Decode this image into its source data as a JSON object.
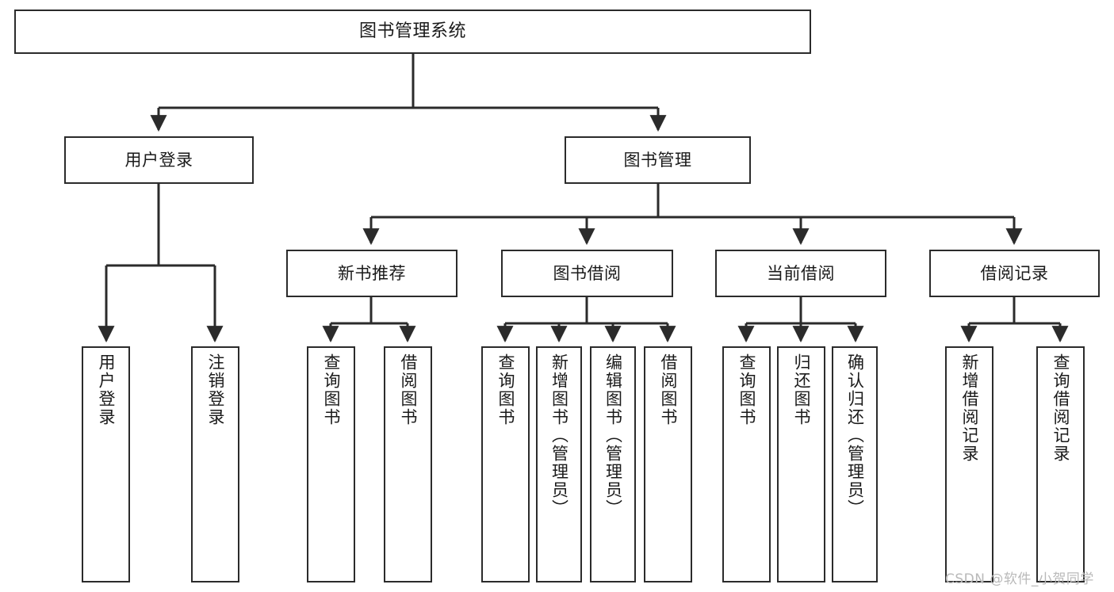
{
  "diagram": {
    "title": "图书管理系统",
    "type": "tree-hierarchy",
    "root": {
      "id": "root",
      "label": "图书管理系统"
    },
    "level1": [
      {
        "id": "user-login",
        "label": "用户登录"
      },
      {
        "id": "book-management",
        "label": "图书管理"
      }
    ],
    "level2": [
      {
        "id": "new-book-recommend",
        "label": "新书推荐",
        "parent": "book-management"
      },
      {
        "id": "book-borrow",
        "label": "图书借阅",
        "parent": "book-management"
      },
      {
        "id": "current-borrow",
        "label": "当前借阅",
        "parent": "book-management"
      },
      {
        "id": "borrow-record",
        "label": "借阅记录",
        "parent": "book-management"
      }
    ],
    "leaves": [
      {
        "id": "leaf-user-login",
        "label": "用户登录",
        "parent": "user-login"
      },
      {
        "id": "leaf-logout-login",
        "label": "注销登录",
        "parent": "user-login"
      },
      {
        "id": "leaf-query-book-1",
        "label": "查询图书",
        "parent": "new-book-recommend"
      },
      {
        "id": "leaf-borrow-book-1",
        "label": "借阅图书",
        "parent": "new-book-recommend"
      },
      {
        "id": "leaf-query-book-2",
        "label": "查询图书",
        "parent": "book-borrow"
      },
      {
        "id": "leaf-add-book",
        "label": "新增图书（管理员）",
        "parent": "book-borrow"
      },
      {
        "id": "leaf-edit-book",
        "label": "编辑图书（管理员）",
        "parent": "book-borrow"
      },
      {
        "id": "leaf-borrow-book-2",
        "label": "借阅图书",
        "parent": "book-borrow"
      },
      {
        "id": "leaf-query-book-3",
        "label": "查询图书",
        "parent": "current-borrow"
      },
      {
        "id": "leaf-return-book",
        "label": "归还图书",
        "parent": "current-borrow"
      },
      {
        "id": "leaf-confirm-return",
        "label": "确认归还（管理员）",
        "parent": "current-borrow"
      },
      {
        "id": "leaf-add-record",
        "label": "新增借阅记录",
        "parent": "borrow-record"
      },
      {
        "id": "leaf-query-record",
        "label": "查询借阅记录",
        "parent": "borrow-record"
      }
    ],
    "colors": {
      "box_border": "#2b2b2b",
      "box_fill": "#ffffff",
      "connector": "#2b2b2b",
      "text": "#1a1a1a",
      "background": "#ffffff",
      "watermark": "#b9b9b9"
    }
  },
  "watermark": {
    "text": "CSDN @软件_小贺同学"
  }
}
